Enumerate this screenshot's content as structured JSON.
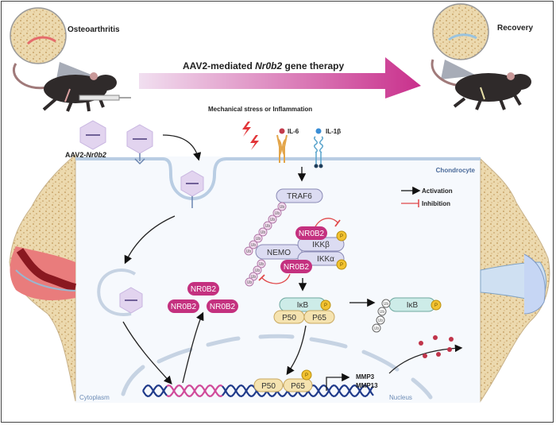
{
  "title_arrow": {
    "text_pre": "AAV2-mediated ",
    "text_gene": "Nr0b2",
    "text_post": " gene therapy",
    "gradient_start": "#f1dff0",
    "gradient_end": "#c9308c"
  },
  "panels": {
    "left_label": "Osteoarthritis",
    "right_label": "Recovery",
    "vector_label_pre": "AAV2-",
    "vector_label_gene": "Nr0b2"
  },
  "stimulus": {
    "label": "Mechanical stress or Inflammation",
    "receptors": [
      "IL-6",
      "IL-1β"
    ]
  },
  "cell": {
    "label": "Chondrocyte",
    "cytoplasm_label": "Cytoplasm",
    "nucleus_label": "Nucleus"
  },
  "legend": {
    "activation": "Activation",
    "inhibition": "Inhibition",
    "activation_color": "#111111",
    "inhibition_color": "#e0484a"
  },
  "pathway": {
    "traf6": "TRAF6",
    "ub": "Ub",
    "nemo": "NEMO",
    "ikkb": "IKKβ",
    "ikka": "IKKα",
    "nr0b2": "NR0B2",
    "phospho": "P",
    "ikb": "IκB",
    "p50": "P50",
    "p65": "P65",
    "targets": [
      "MMP3",
      "MMP13"
    ]
  },
  "colors": {
    "nr0b2": "#c4317f",
    "protein_lavender": "#dcdcf2",
    "ikb_teal": "#cdece8",
    "p50_p65": "#f5e3b0",
    "phospho": "#f2c230",
    "membrane": "#b9cde3",
    "dna_blue": "#1f3a8a",
    "dna_pink": "#d04a9a",
    "cell_bg": "#f6f9fd"
  }
}
